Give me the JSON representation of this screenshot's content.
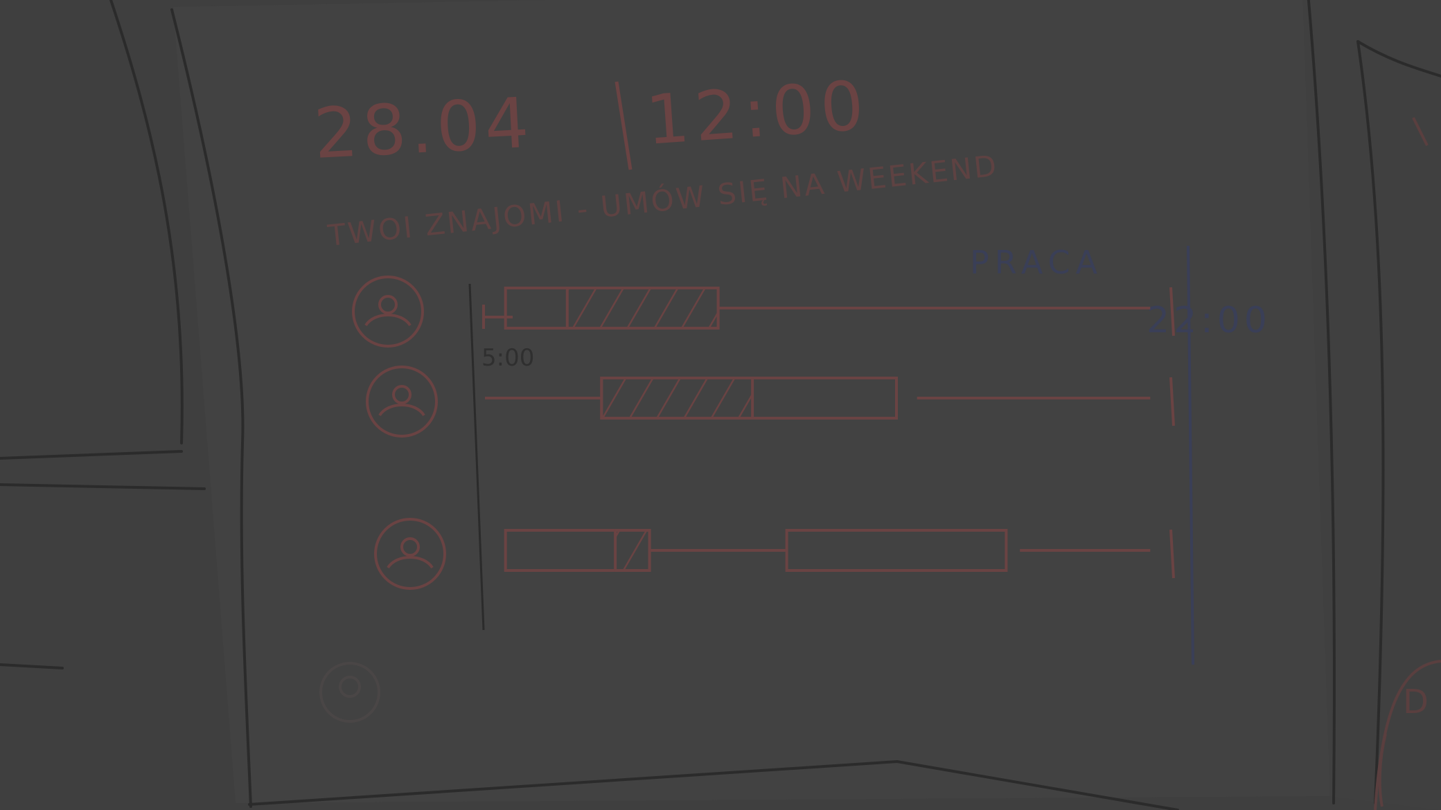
{
  "colors": {
    "background": "#3f3f3f",
    "paper": "#424242",
    "pencil": "#2b2b2b",
    "red_marker": "#6a4343",
    "blue_pen": "#3a3f57"
  },
  "sketch": {
    "date": "28.04",
    "time": "12:00",
    "subtitle": "TWOI ZNAJOMI - UMÓW SIĘ NA WEEKEND",
    "work_label": "PRACA",
    "start_time": "5:00",
    "end_time": "22:00",
    "right_edge_label": "D"
  },
  "friends": [
    {
      "avatar_icon": "person-avatar-icon",
      "busy": [
        [
          0.03,
          0.34
        ]
      ],
      "hatched": [
        [
          0.12,
          0.34
        ]
      ],
      "free_line": [
        [
          0.34,
          0.97
        ]
      ]
    },
    {
      "avatar_icon": "person-avatar-icon",
      "busy": [
        [
          0.17,
          0.6
        ]
      ],
      "hatched": [
        [
          0.17,
          0.39
        ]
      ],
      "free_line": [
        [
          0.0,
          0.17
        ],
        [
          0.63,
          0.97
        ]
      ]
    },
    {
      "avatar_icon": "person-avatar-icon",
      "busy": [
        [
          0.03,
          0.24
        ],
        [
          0.44,
          0.76
        ]
      ],
      "hatched": [
        [
          0.19,
          0.24
        ]
      ],
      "free_line": [
        [
          0.24,
          0.44
        ],
        [
          0.78,
          0.97
        ]
      ]
    }
  ],
  "extra_avatar_icon": "add-person-icon"
}
